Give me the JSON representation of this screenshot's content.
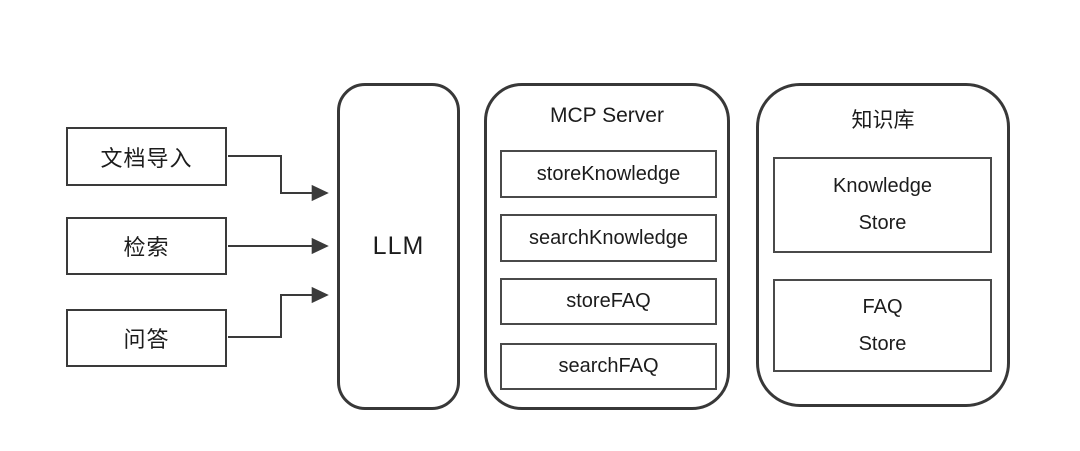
{
  "diagram": {
    "inputs": [
      {
        "label": "文档导入"
      },
      {
        "label": "检索"
      },
      {
        "label": "问答"
      }
    ],
    "llm": {
      "label": "LLM"
    },
    "mcp_server": {
      "title": "MCP Server",
      "tools": [
        "storeKnowledge",
        "searchKnowledge",
        "storeFAQ",
        "searchFAQ"
      ]
    },
    "knowledge_base": {
      "title": "知识库",
      "stores": [
        {
          "line1": "Knowledge",
          "line2": "Store"
        },
        {
          "line1": "FAQ",
          "line2": "Store"
        }
      ]
    },
    "colors": {
      "border": "#383838",
      "text": "#1c1c1c",
      "background": "#ffffff"
    }
  }
}
